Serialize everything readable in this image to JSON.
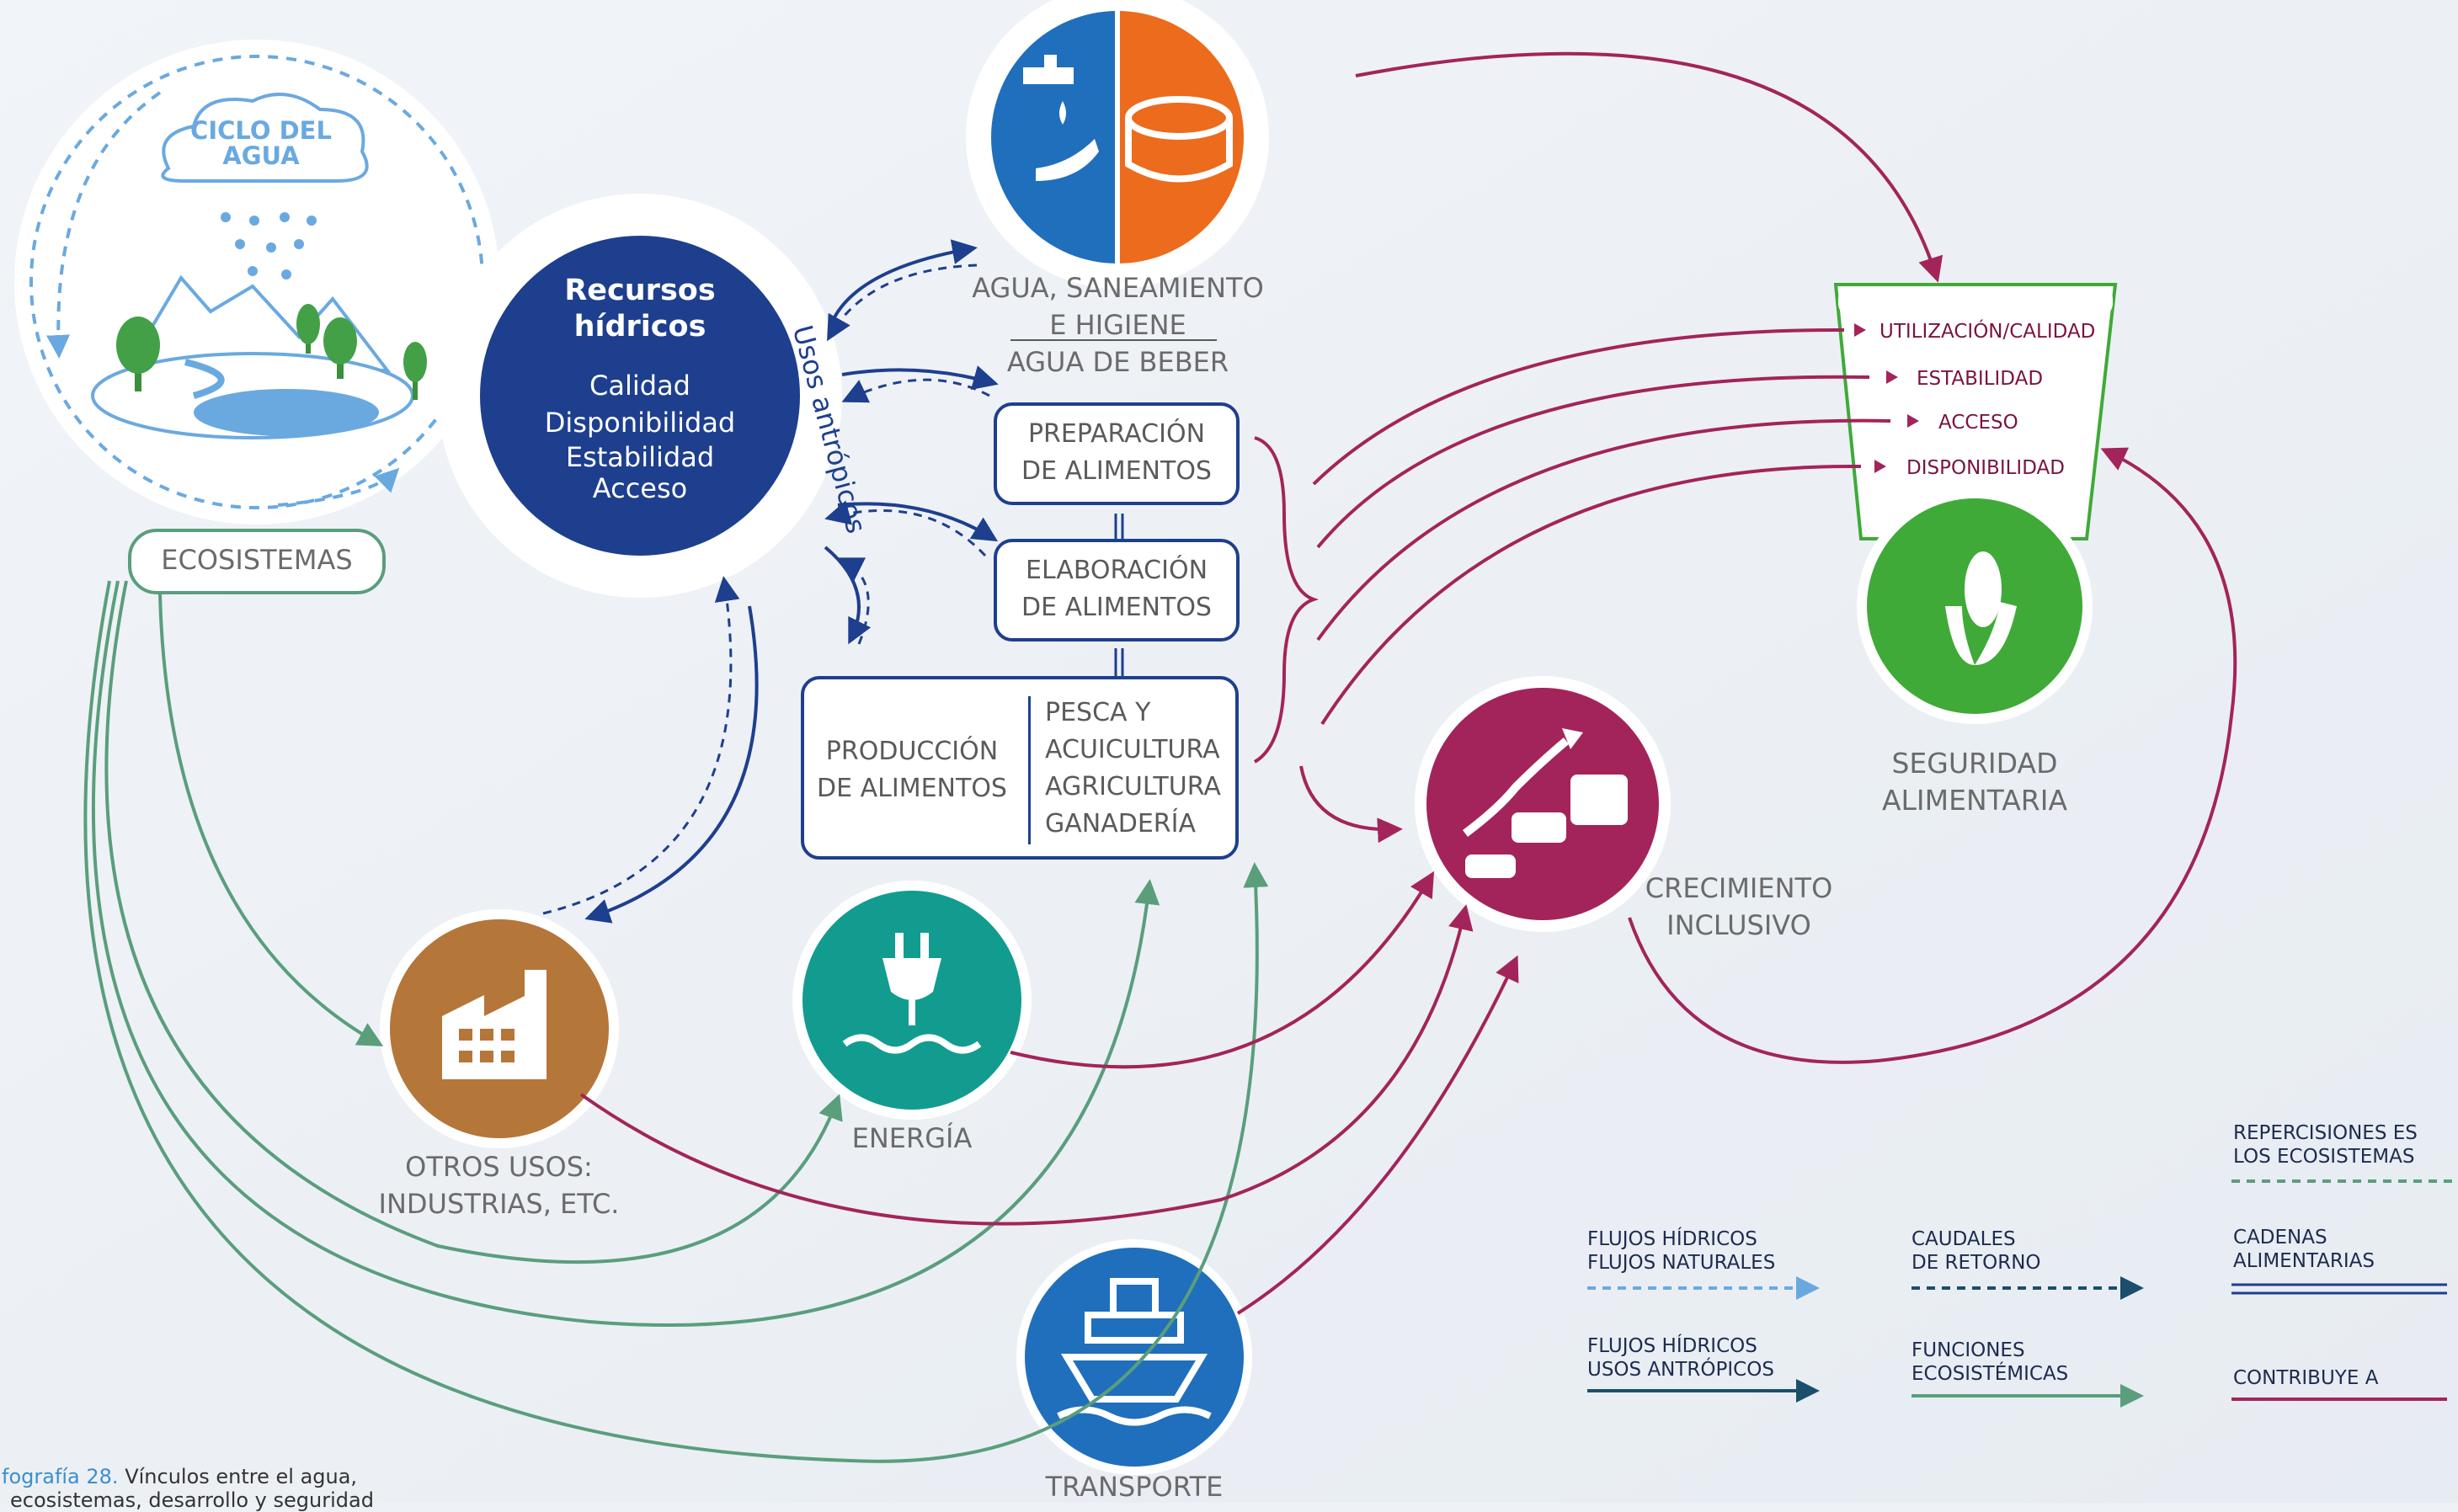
{
  "cycle": {
    "title_line1": "CICLO DEL",
    "title_line2": "AGUA"
  },
  "ecosistemas": "ECOSISTEMAS",
  "recursos": {
    "title_line1": "Recursos",
    "title_line2": "hídricos",
    "items": [
      "Calidad",
      "Disponibilidad",
      "Estabilidad",
      "Acceso"
    ]
  },
  "usos_antropicos": "Usos antrópicos",
  "agua": {
    "line1": "AGUA, SANEAMIENTO",
    "line2": "E HIGIENE",
    "line3": "AGUA DE BEBER"
  },
  "preparacion": {
    "line1": "PREPARACIÓN",
    "line2": "DE ALIMENTOS"
  },
  "elaboracion": {
    "line1": "ELABORACIÓN",
    "line2": "DE ALIMENTOS"
  },
  "produccion": {
    "line1": "PRODUCCIÓN",
    "line2": "DE ALIMENTOS",
    "sub": [
      "PESCA Y",
      "ACUICULTURA",
      "AGRICULTURA",
      "GANADERÍA"
    ]
  },
  "seguridad": {
    "items": [
      "UTILIZACIÓN/CALIDAD",
      "ESTABILIDAD",
      "ACCESO",
      "DISPONIBILIDAD"
    ],
    "label_line1": "SEGURIDAD",
    "label_line2": "ALIMENTARIA"
  },
  "crecimiento": {
    "line1": "CRECIMIENTO",
    "line2": "INCLUSIVO"
  },
  "otros": {
    "line1": "OTROS USOS:",
    "line2": "INDUSTRIAS, ETC."
  },
  "energia": "ENERGÍA",
  "transporte": "TRANSPORTE",
  "legend": {
    "naturales": {
      "line1": "FLUJOS HÍDRICOS",
      "line2": "FLUJOS NATURALES"
    },
    "antropicos": {
      "line1": "FLUJOS HÍDRICOS",
      "line2": "USOS ANTRÓPICOS"
    },
    "retorno": {
      "line1": "CAUDALES",
      "line2": "DE RETORNO"
    },
    "funciones": {
      "line1": "FUNCIONES",
      "line2": "ECOSISTÉMICAS"
    },
    "repercusiones": {
      "line1": "REPERCISIONES ES",
      "line2": "LOS ECOSISTEMAS"
    },
    "cadenas": {
      "line1": "CADENAS",
      "line2": "ALIMENTARIAS"
    },
    "contribuye": "CONTRIBUYE A"
  },
  "caption": {
    "prefix": "fografía 28.",
    "line1": "Vínculos entre el agua,",
    "line2": "ecosistemas, desarrollo y seguridad"
  },
  "colors": {
    "navy": "#1e3f8e",
    "dark_blue": "#19498f",
    "light_blue": "#6aa9e0",
    "green_flow": "#5a9e7c",
    "crimson": "#a3245a",
    "orange": "#ec6b1c",
    "food_green": "#3faa38",
    "brown": "#b5763a",
    "teal": "#129c8f",
    "transport_blue": "#1f6fbc"
  }
}
